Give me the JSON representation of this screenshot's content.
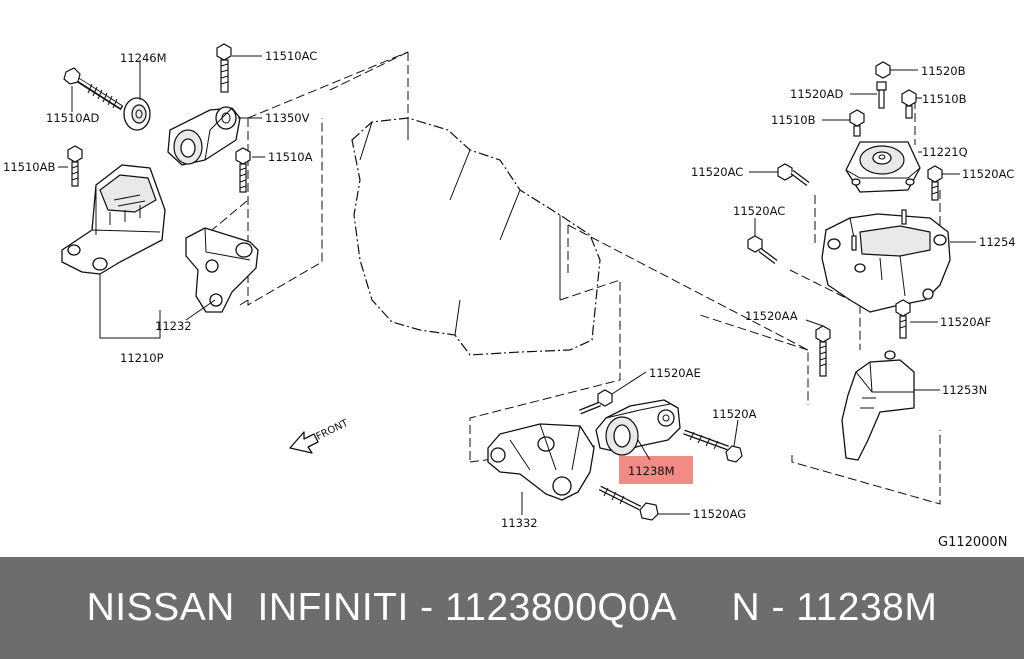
{
  "diagram": {
    "ref_code": "G112000N",
    "front_label": "FRONT",
    "highlight_color": "#f28b86",
    "highlighted_part": "11238M",
    "parts": [
      "11246M",
      "11510AC",
      "11510AD",
      "11350V",
      "11510A",
      "11510AB",
      "11232",
      "11210P",
      "11520B",
      "11520AD",
      "11510B",
      "11221Q",
      "11520AC",
      "11520AC",
      "11520AC",
      "11254",
      "11520AA",
      "11520AF",
      "11253N",
      "11520AE",
      "11520A",
      "11238M",
      "11332",
      "11520AG"
    ]
  },
  "footer": {
    "text": "NISSAN  INFINITI - 1123800Q0A     N - 11238M"
  }
}
